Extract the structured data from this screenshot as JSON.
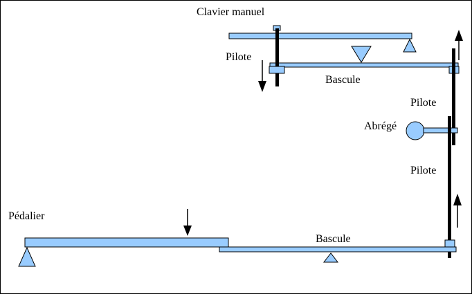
{
  "labels": {
    "clavier": "Clavier manuel",
    "pilote_top_left": "Pilote",
    "bascule_top": "Bascule",
    "pilote_right_upper": "Pilote",
    "abrege": "Abrégé",
    "pilote_right_lower": "Pilote",
    "pedalier": "Pédalier",
    "bascule_bottom": "Bascule"
  },
  "colors": {
    "part_fill": "#99ccff",
    "outline": "#000000",
    "rod": "#000000"
  }
}
